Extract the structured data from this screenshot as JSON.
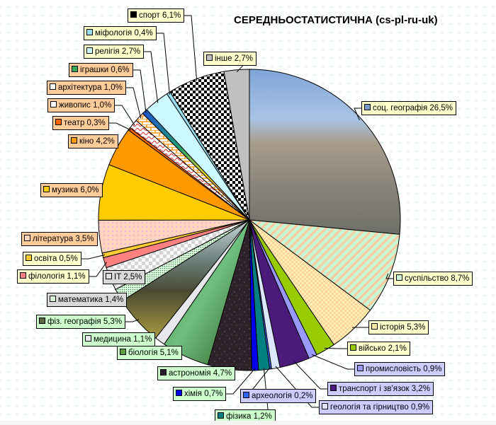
{
  "chart_data": {
    "type": "pie",
    "title": "СЕРЕДНЬОСТАТИСТИЧНА (cs-pl-ru-uk)",
    "start_angle": "12 o'clock",
    "direction": "clockwise",
    "legend": "none (data labels with callouts)",
    "slices": [
      {
        "label": "соц. географія",
        "value": 26.5,
        "text": "соц. географія 26,5%",
        "color": "#7a9cc8",
        "label_bg": "#ffffcc",
        "fill": "photo-city"
      },
      {
        "label": "суспільство",
        "value": 8.7,
        "text": "суспільство 8,7%",
        "color": "#ccf5d6",
        "label_bg": "#ffffcc",
        "fill": "stripe-green-orange"
      },
      {
        "label": "історія",
        "value": 5.3,
        "text": "історія 5,3%",
        "color": "#ffe8a0",
        "label_bg": "#ffffcc",
        "fill": "check-yellow"
      },
      {
        "label": "військо",
        "value": 2.1,
        "text": "військо 2,1%",
        "color": "#99cc00",
        "label_bg": "#ffffcc",
        "fill": "solid"
      },
      {
        "label": "промисловість",
        "value": 0.9,
        "text": "промисловість 0,9%",
        "color": "#9999ff",
        "label_bg": "#ccccff",
        "fill": "solid"
      },
      {
        "label": "транспорт і зв'язок",
        "value": 3.2,
        "text": "транспорт і зв'язок 3,2%",
        "color": "#4b1a7a",
        "label_bg": "#ccccff",
        "fill": "solid"
      },
      {
        "label": "геологія та гірництво",
        "value": 0.9,
        "text": "геологія та гірництво 0,9%",
        "color": "#dde6ff",
        "label_bg": "#ccccff",
        "fill": "solid"
      },
      {
        "label": "археологія",
        "value": 0.2,
        "text": "археологія 0,2%",
        "color": "#3366ff",
        "label_bg": "#ccccff",
        "fill": "solid"
      },
      {
        "label": "фізика",
        "value": 1.2,
        "text": "фізика 1,2%",
        "color": "#008080",
        "label_bg": "#ccffcc",
        "fill": "solid"
      },
      {
        "label": "хімія",
        "value": 0.7,
        "text": "хімія 0,7%",
        "color": "#0000ee",
        "label_bg": "#ccffcc",
        "fill": "solid"
      },
      {
        "label": "астрономія",
        "value": 4.7,
        "text": "астрономія 4,7%",
        "color": "#2a1f2a",
        "label_bg": "#ccffcc",
        "fill": "starfield"
      },
      {
        "label": "біологія",
        "value": 5.1,
        "text": "біологія 5,1%",
        "color": "#5aa040",
        "label_bg": "#ccffcc",
        "fill": "photo-clover"
      },
      {
        "label": "медицина",
        "value": 1.1,
        "text": "медицина 1,1%",
        "color": "#e8e8ec",
        "label_bg": "#ccffcc",
        "fill": "solid"
      },
      {
        "label": "фіз. географія",
        "value": 5.3,
        "text": "фіз. географія 5,3%",
        "color": "#5b6a44",
        "label_bg": "#ccffcc",
        "fill": "photo-mountains"
      },
      {
        "label": "математика",
        "value": 1.4,
        "text": "математика 1,4%",
        "color": "#d6f0d6",
        "label_bg": "#d9d9d9",
        "fill": "dots-green"
      },
      {
        "label": "IT",
        "value": 2.5,
        "text": "IT 2,5%",
        "color": "#e0e0e0",
        "label_bg": "#d9d9d9",
        "fill": "check-grey"
      },
      {
        "label": "філологія",
        "value": 1.1,
        "text": "філологія 1,1%",
        "color": "#ff8080",
        "label_bg": "#ffffcc",
        "fill": "solid"
      },
      {
        "label": "освіта",
        "value": 0.5,
        "text": "освіта 0,5%",
        "color": "#ffcc33",
        "label_bg": "#ffffcc",
        "fill": "solid"
      },
      {
        "label": "література",
        "value": 3.5,
        "text": "література 3,5%",
        "color": "#ffd5c0",
        "label_bg": "#ffcc99",
        "fill": "dots-pink"
      },
      {
        "label": "музика",
        "value": 6.0,
        "text": "музика 6,0%",
        "color": "#ffcc00",
        "label_bg": "#ffcc99",
        "fill": "solid"
      },
      {
        "label": "кіно",
        "value": 4.2,
        "text": "кіно 4,2%",
        "color": "#ff9900",
        "label_bg": "#ffcc99",
        "fill": "solid"
      },
      {
        "label": "театр",
        "value": 0.3,
        "text": "театр 0,3%",
        "color": "#ff6600",
        "label_bg": "#ffcc99",
        "fill": "solid"
      },
      {
        "label": "живопис",
        "value": 1.0,
        "text": "живопис 1,0%",
        "color": "#ffffff",
        "label_bg": "#ffcc99",
        "fill": "wave-red"
      },
      {
        "label": "архітектура",
        "value": 1.0,
        "text": "архітектура 1,0%",
        "color": "#ffffff",
        "label_bg": "#ffcc99",
        "fill": "brick-orange"
      },
      {
        "label": "іграшки",
        "value": 0.6,
        "text": "іграшки 0,6%",
        "color": "#33aa55",
        "label_bg": "#ffcc99",
        "fill": "rainbow"
      },
      {
        "label": "релігія",
        "value": 2.7,
        "text": "релігія 2,7%",
        "color": "#ccf8ff",
        "label_bg": "#ffffcc",
        "fill": "solid"
      },
      {
        "label": "міфологія",
        "value": 0.4,
        "text": "міфологія 0,4%",
        "color": "#99ddee",
        "label_bg": "#ffffcc",
        "fill": "solid"
      },
      {
        "label": "спорт",
        "value": 6.1,
        "text": "спорт 6,1%",
        "color": "#000000",
        "label_bg": "#ffffcc",
        "fill": "checker"
      },
      {
        "label": "інше",
        "value": 2.7,
        "text": "інше 2,7%",
        "color": "#c0c0c0",
        "label_bg": "#ffffcc",
        "fill": "solid"
      }
    ]
  }
}
